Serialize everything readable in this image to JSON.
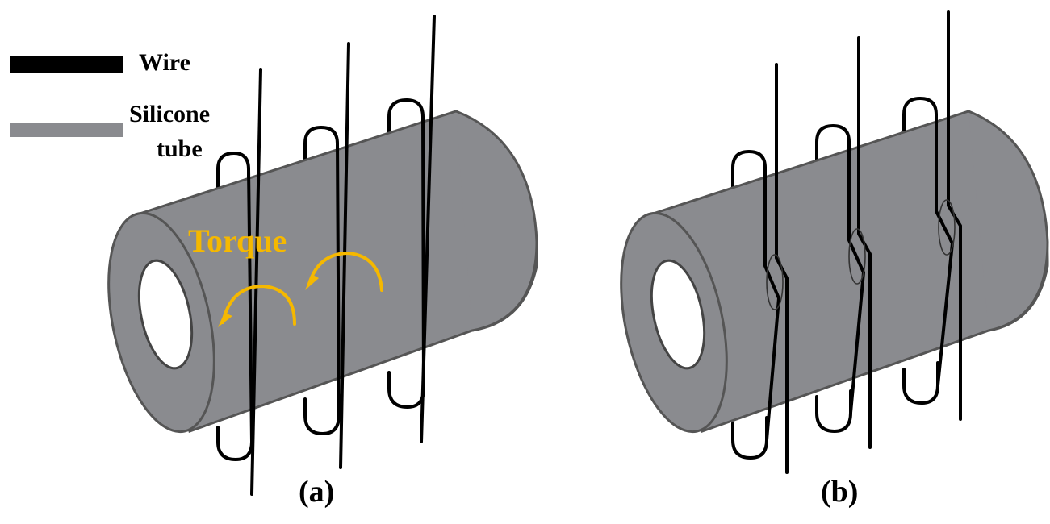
{
  "legend": {
    "wire_label": "Wire",
    "tube_label_line1": "Silicone",
    "tube_label_line2": "tube"
  },
  "annotations": {
    "torque_label": "Torque"
  },
  "panels": {
    "a_label": "(a)",
    "b_label": "(b)"
  },
  "colors": {
    "wire": "#000000",
    "silicone_tube": "#8a8b8f",
    "torque": "#f5b800"
  }
}
